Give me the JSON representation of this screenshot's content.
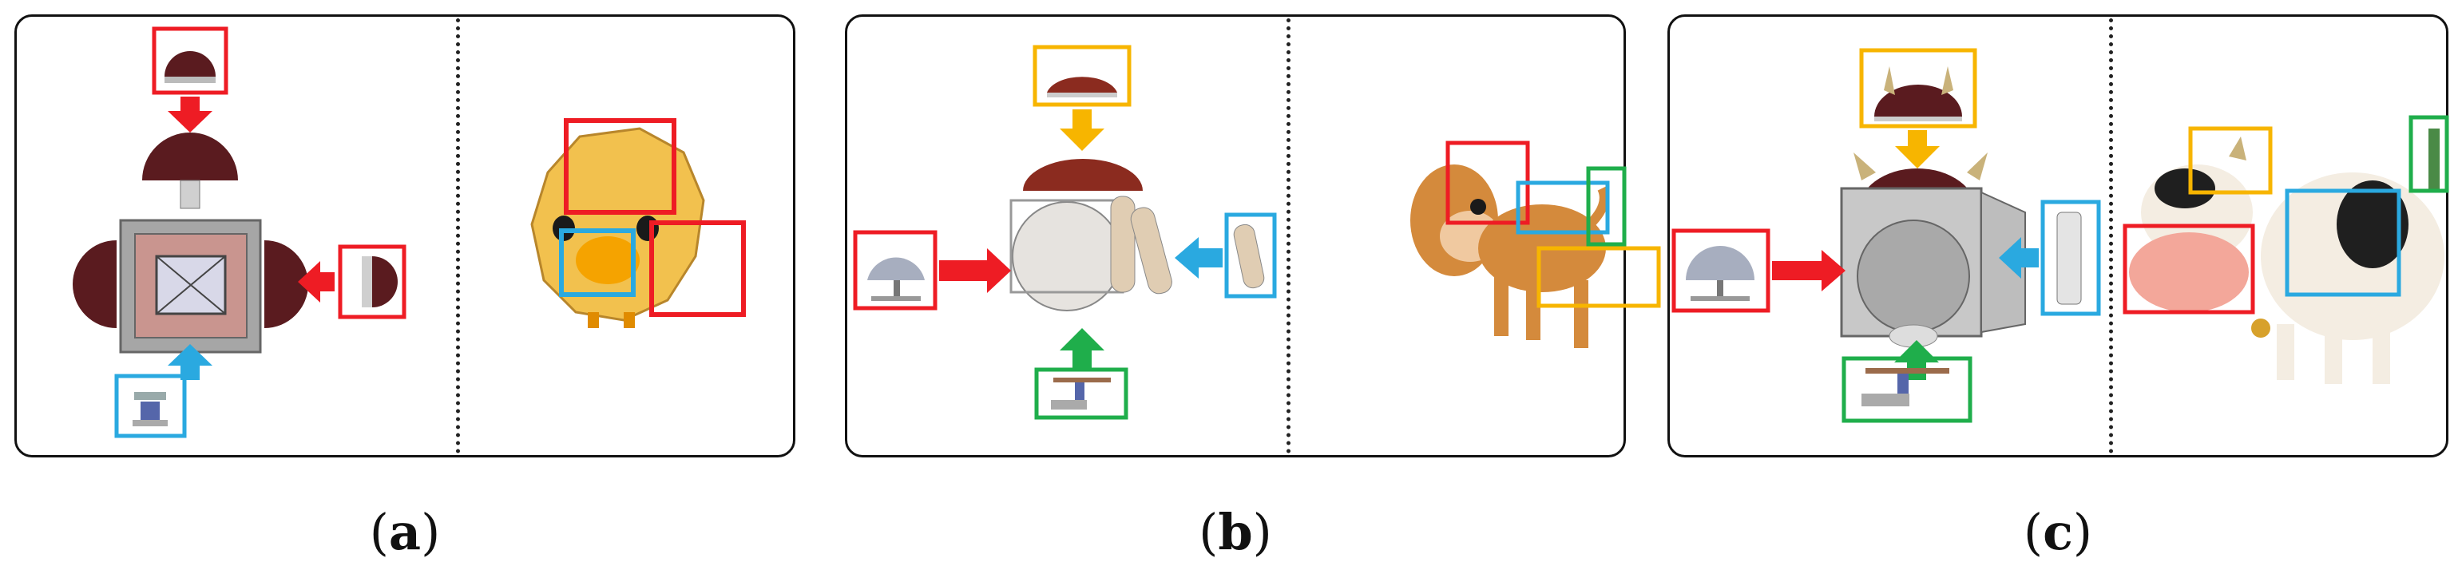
{
  "captions": {
    "a": {
      "open": "(",
      "letter": "a",
      "close": ")"
    },
    "b": {
      "open": "(",
      "letter": "b",
      "close": ")"
    },
    "c": {
      "open": "(",
      "letter": "c",
      "close": ")"
    }
  },
  "colors": {
    "red": "#ee1c24",
    "blue": "#2aa9e0",
    "yellow": "#f7b500",
    "green": "#1fae4b",
    "cap": "#5a1b1f",
    "metal": "#9a9a9a",
    "panel_border": "#111111"
  },
  "panels": [
    {
      "id": "a",
      "assembly": "cube-with-four-caps",
      "figure": "yellow-chick"
    },
    {
      "id": "b",
      "assembly": "sphere-with-modules",
      "figure": "brown-puppy"
    },
    {
      "id": "c",
      "assembly": "sphere-with-horned-cap",
      "figure": "spotted-cow"
    }
  ]
}
